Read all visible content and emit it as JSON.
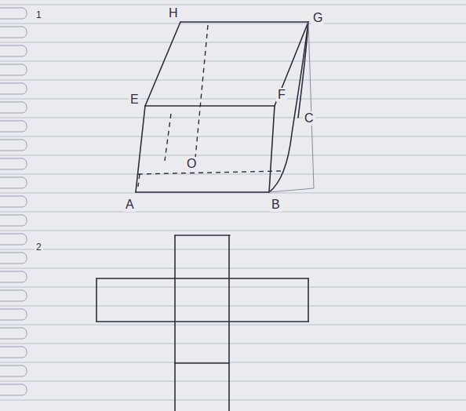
{
  "diagram": {
    "labels": [
      "1",
      "H",
      "G",
      "E",
      "F",
      "C",
      "O",
      "A",
      "B",
      "2"
    ]
  }
}
